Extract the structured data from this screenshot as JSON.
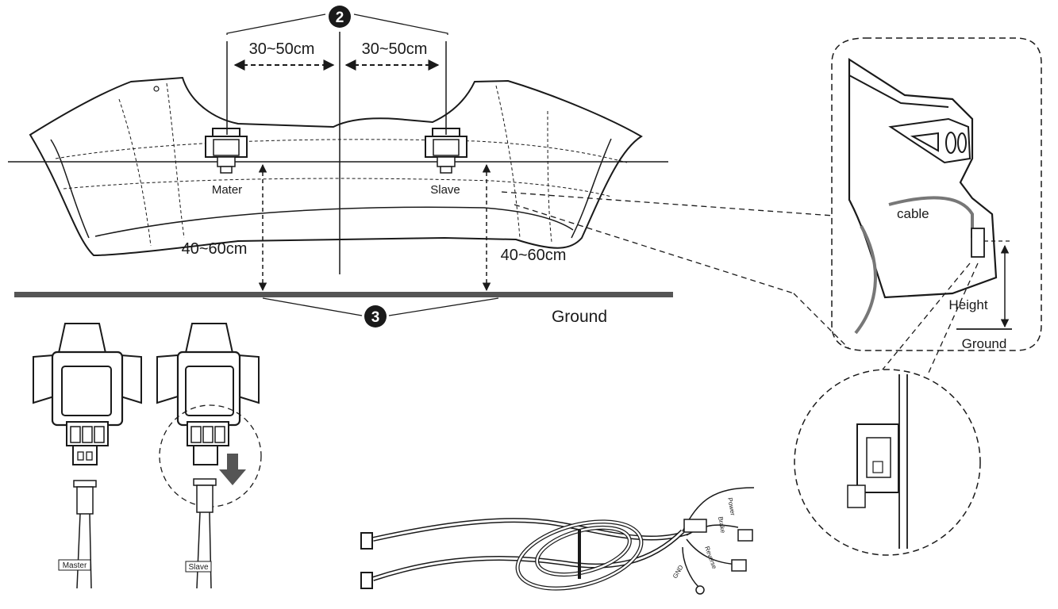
{
  "markers": {
    "badge_2": "2",
    "badge_3": "3"
  },
  "dimensions": {
    "spacing_left": "30~50cm",
    "spacing_right": "30~50cm",
    "height_left": "40~60cm",
    "height_right": "40~60cm"
  },
  "bumper": {
    "master_label": "Mater",
    "slave_label": "Slave"
  },
  "ground_label": "Ground",
  "side_view": {
    "cable_label": "cable",
    "height_label": "Height",
    "ground_label": "Ground"
  },
  "connectors": {
    "master_tag": "Master",
    "slave_tag": "Slave"
  },
  "harness": {
    "tags": [
      "Power",
      "Brake",
      "Reverse",
      "GND"
    ]
  }
}
